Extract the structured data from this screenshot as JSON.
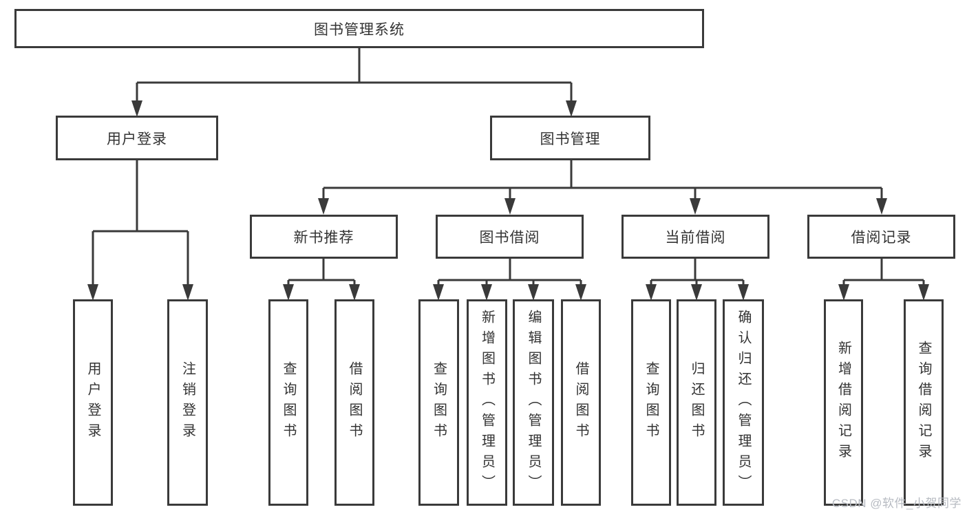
{
  "root": {
    "label": "图书管理系统"
  },
  "branches": [
    {
      "label": "用户登录",
      "children": [
        "用户登录",
        "注销登录"
      ]
    },
    {
      "label": "图书管理",
      "sections": [
        {
          "label": "新书推荐",
          "children": [
            "查询图书",
            "借阅图书"
          ]
        },
        {
          "label": "图书借阅",
          "children": [
            "查询图书",
            "新增图书（管理员）",
            "编辑图书（管理员）",
            "借阅图书"
          ]
        },
        {
          "label": "当前借阅",
          "children": [
            "查询图书",
            "归还图书",
            "确认归还（管理员）"
          ]
        },
        {
          "label": "借阅记录",
          "children": [
            "新增借阅记录",
            "查询借阅记录"
          ]
        }
      ]
    }
  ],
  "watermark": "CSDN @软件_小贺同学",
  "colors": {
    "line": "#3a3a3a",
    "text": "#333333",
    "watermark": "#b7bbc2",
    "background": "#ffffff"
  }
}
